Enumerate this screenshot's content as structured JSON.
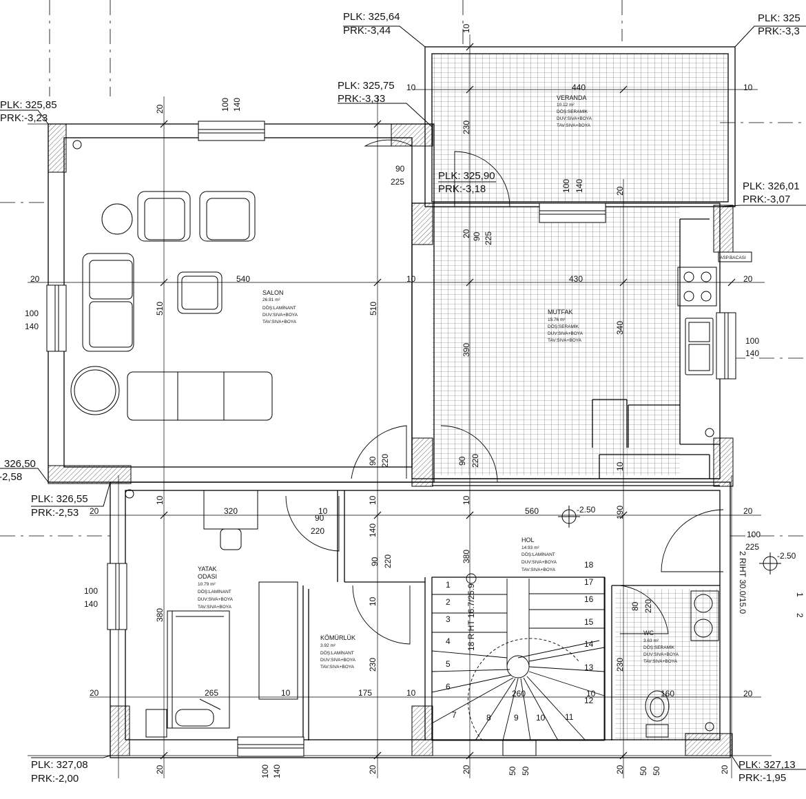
{
  "levels": [
    {
      "id": "nw",
      "plk": "PLK: 325,85",
      "prk": "PRK:-3,23"
    },
    {
      "id": "n_mid",
      "plk": "PLK: 325,64",
      "prk": "PRK:-3,44"
    },
    {
      "id": "ne_top",
      "plk": "PLK: 325",
      "prk": "PRK:-3,3"
    },
    {
      "id": "veranda_sw",
      "plk": "PLK: 325,75",
      "prk": "PRK:-3,33"
    },
    {
      "id": "center",
      "plk": "PLK: 325,90",
      "prk": "PRK:-3,18"
    },
    {
      "id": "east",
      "plk": "PLK: 326,01",
      "prk": "PRK:-3,07"
    },
    {
      "id": "west",
      "plk": "326,50",
      "prk": "-2,58"
    },
    {
      "id": "sw_salon",
      "plk": "PLK: 326,55",
      "prk": "PRK:-2,53"
    },
    {
      "id": "bl",
      "plk": "PLK: 327,08",
      "prk": "PRK:-2,00"
    },
    {
      "id": "br",
      "plk": "PLK: 327,13",
      "prk": "PRK:-1,95"
    }
  ],
  "rooms": [
    {
      "id": "salon",
      "name": "SALON",
      "area": "26.91 m²",
      "lines": [
        "DÖŞ:LAMİNANT",
        "DUV:SIVA+BOYA",
        "TAV:SIVA+BOYA"
      ]
    },
    {
      "id": "veranda",
      "name": "VERANDA",
      "area": "10.12 m²",
      "lines": [
        "DÖŞ:SERAMİK",
        "DUV:SIVA+BOYA",
        "TAV:SIVA+BOYA"
      ]
    },
    {
      "id": "mutfak",
      "name": "MUTFAK",
      "area": "15.76 m²",
      "lines": [
        "DÖŞ:SERAMİK",
        "DUV:SIVA+BOYA",
        "TAV:SIVA+BOYA"
      ]
    },
    {
      "id": "yatak",
      "name": "YATAK",
      "name2": "ODASI",
      "area": "10.79 m²",
      "lines": [
        "DÖŞ:LAMİNANT",
        "DUV:SIVA+BOYA",
        "TAV:SIVA+BOYA"
      ]
    },
    {
      "id": "komurluk",
      "name": "KÖMÜRLÜK",
      "area": "3.92 m²",
      "lines": [
        "DÖŞ:LAMİNANT",
        "DUV:SIVA+BOYA",
        "TAV:SIVA+BOYA"
      ]
    },
    {
      "id": "hol",
      "name": "HOL",
      "area": "14.93 m²",
      "lines": [
        "DÖŞ:LAMİNANT",
        "DUV:SIVA+BOYA",
        "TAV:SIVA+BOYA"
      ]
    },
    {
      "id": "wc",
      "name": "WC",
      "area": "3.63 m²",
      "lines": [
        "DÖŞ:SERAMİK",
        "DUV:SIVA+BOYA",
        "TAV:SIVA+BOYA"
      ]
    }
  ],
  "labels": {
    "asp_bacasi": "ASP.BACASI",
    "riht_left": "18 RIHT 16.7/25.9",
    "riht_right": "2 RIHT 30.0/15.0",
    "elev_hol": "-2.50",
    "elev_right": "-2.50",
    "stair_edge": "1",
    "stair_edge2": "2"
  },
  "dimensions": {
    "top_10": "10",
    "w_20": "20",
    "w_100": "100",
    "w_140": "140",
    "v_440": "440",
    "v_10l": "10",
    "v_10r": "10",
    "v_230": "230",
    "d_90a": "90",
    "d_225a": "225",
    "k_100": "100",
    "k_140": "140",
    "k_20": "20",
    "k_20b": "20",
    "k_90": "90",
    "k_225": "225",
    "l_20": "20",
    "l_100": "100",
    "l_140": "140",
    "s_540": "540",
    "s_10": "10",
    "m_430": "430",
    "r_20": "20",
    "s_510a": "510",
    "s_510b": "510",
    "m_390": "390",
    "m_340": "340",
    "r_100": "100",
    "r_140": "140",
    "d_90b": "90",
    "d_220b": "220",
    "d_90c": "90",
    "d_220c": "220",
    "h_10": "10",
    "c_10": "10",
    "c_10b": "10",
    "y_20": "20",
    "y_320": "320",
    "c_10c": "10",
    "c_90": "90",
    "c_220": "220",
    "c_10d": "10",
    "c_140": "140",
    "h_560": "560",
    "h_190": "190",
    "r2_20": "20",
    "r2_100": "100",
    "r2_225": "225",
    "y_100": "100",
    "y_140": "140",
    "h_380": "380",
    "k2_90": "90",
    "k2_220": "220",
    "k2_10": "10",
    "wc_80": "80",
    "wc_220": "220",
    "y_380": "380",
    "k_230": "230",
    "wc_230": "230",
    "y_20b": "20",
    "y_265": "265",
    "y_10": "10",
    "k_175": "175",
    "k_10": "10",
    "st_260": "260",
    "st_10": "10",
    "wc_160": "160",
    "r3_20": "20",
    "b_20a": "20",
    "b_100": "100",
    "b_140": "140",
    "b_20b": "20",
    "b_20c": "20",
    "b_50a": "50",
    "b_50b": "50",
    "b_20d": "20",
    "b_50c": "50",
    "b_50d": "50",
    "b_20e": "20"
  },
  "stairs": [
    "1",
    "2",
    "3",
    "4",
    "5",
    "6",
    "7",
    "8",
    "9",
    "10",
    "11",
    "12",
    "13",
    "14",
    "15",
    "16",
    "17",
    "18"
  ]
}
